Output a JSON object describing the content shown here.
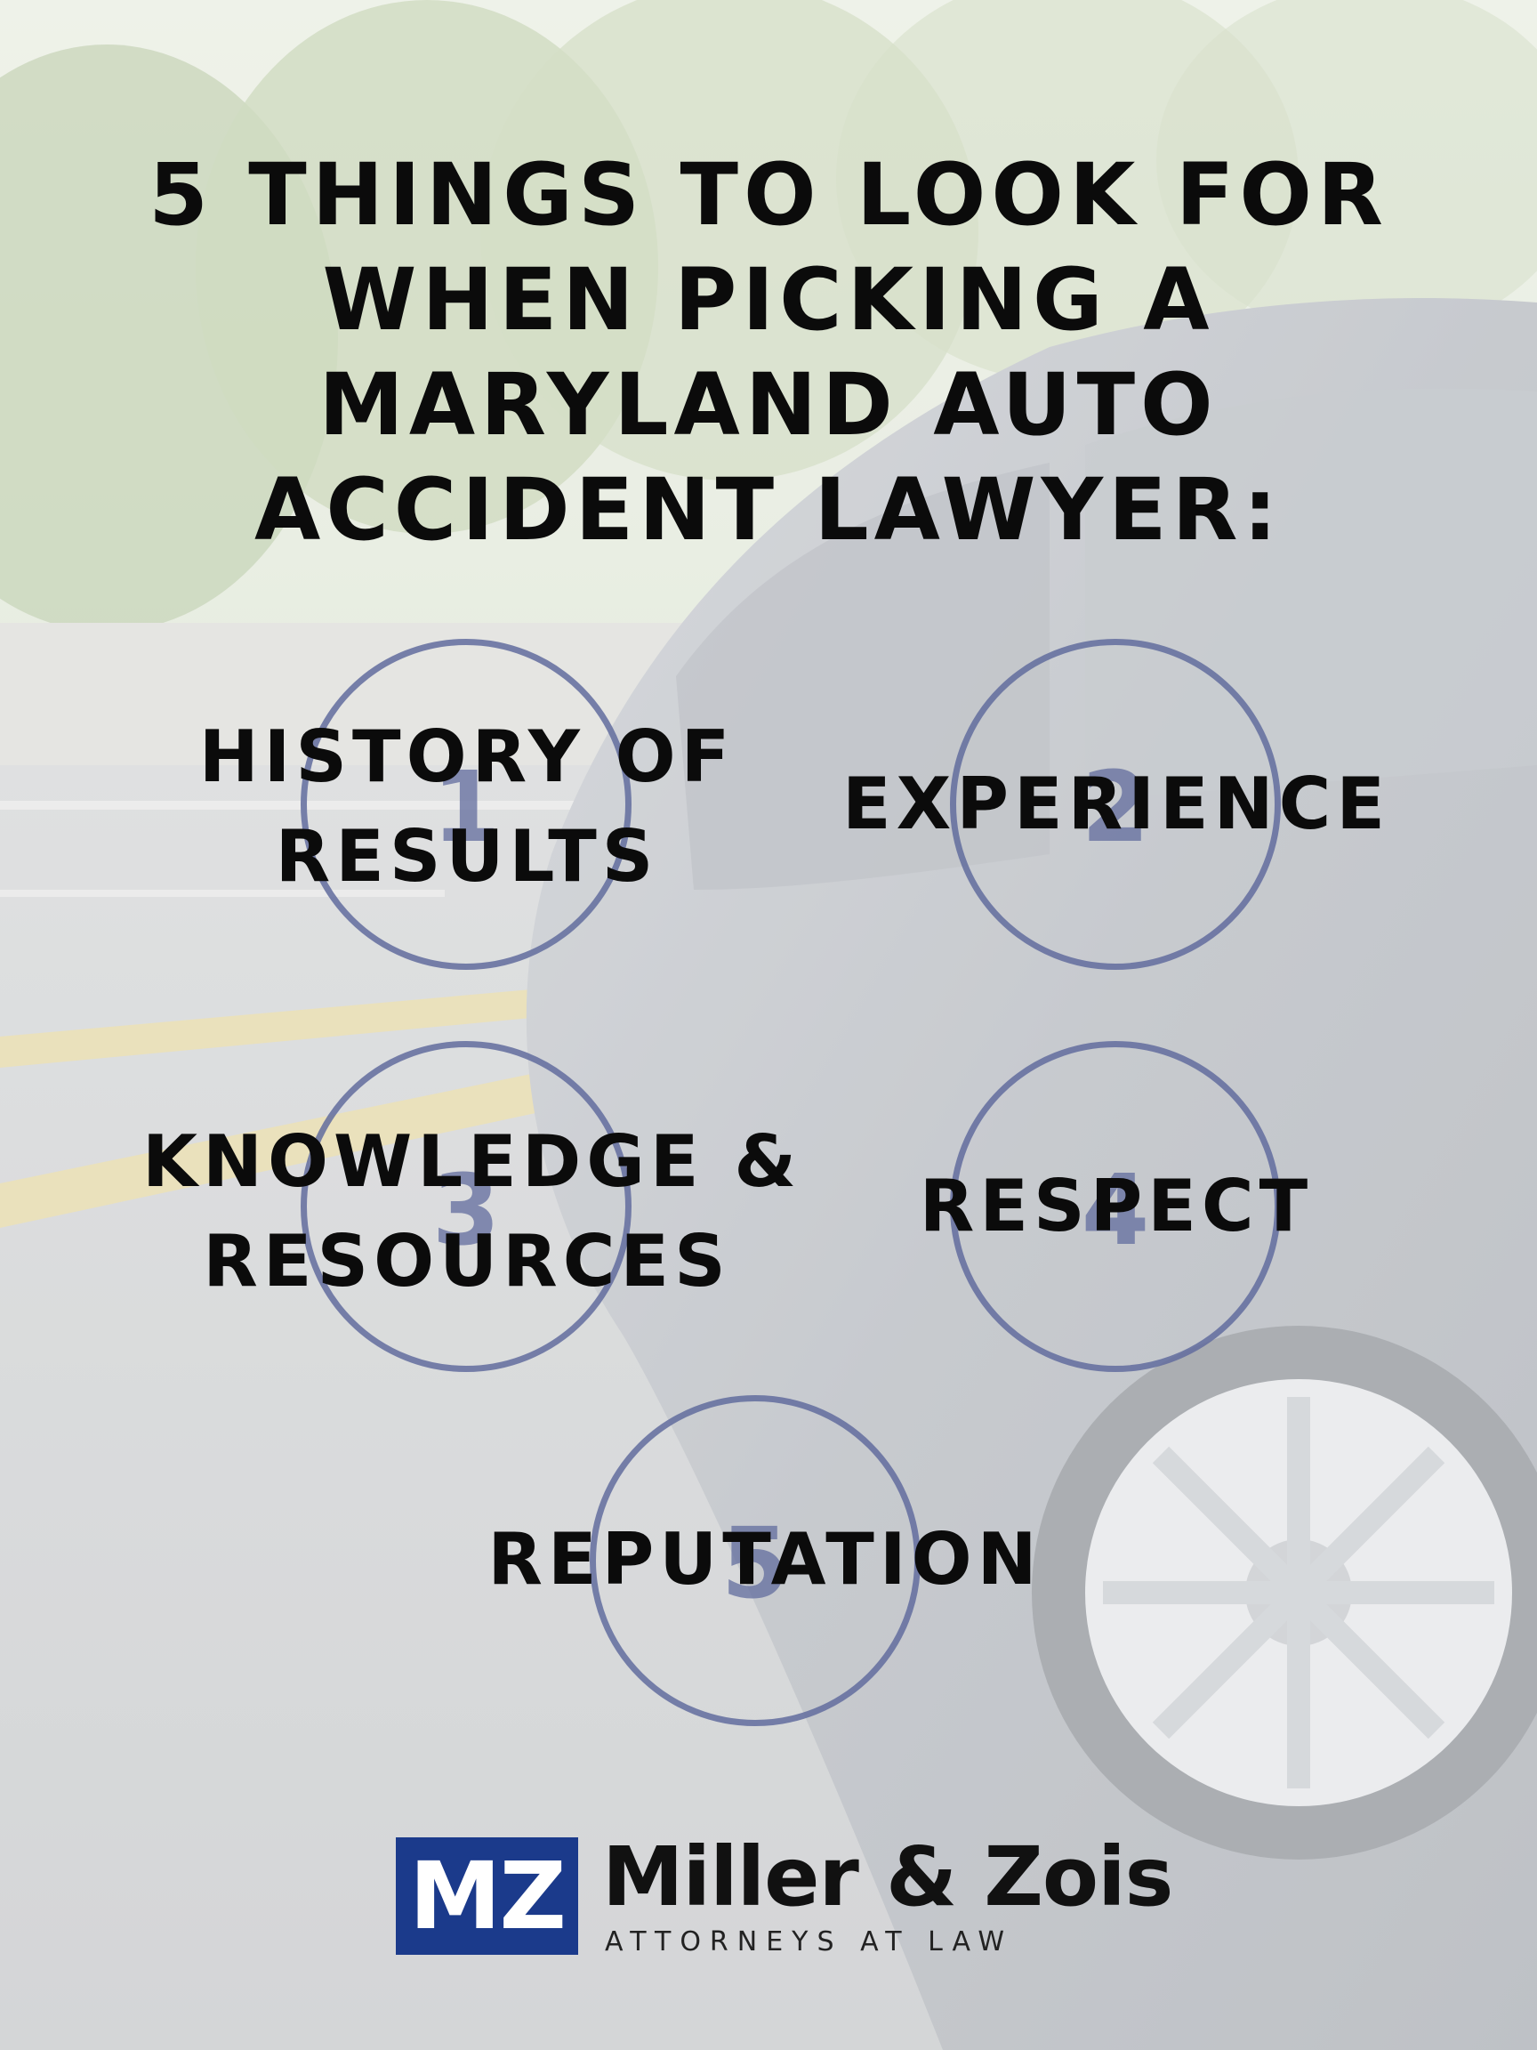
{
  "title": {
    "lines": [
      "5 THINGS TO LOOK FOR",
      "WHEN PICKING A",
      "MARYLAND AUTO",
      "ACCIDENT LAWYER:"
    ]
  },
  "items": [
    {
      "number": "1",
      "lines": [
        "HISTORY OF",
        "RESULTS"
      ]
    },
    {
      "number": "2",
      "lines": [
        "EXPERIENCE"
      ]
    },
    {
      "number": "3",
      "lines": [
        "KNOWLEDGE &",
        "RESOURCES"
      ]
    },
    {
      "number": "4",
      "lines": [
        "RESPECT"
      ]
    },
    {
      "number": "5",
      "lines": [
        "REPUTATION"
      ]
    }
  ],
  "logo": {
    "mark": "MZ",
    "name": "Miller & Zois",
    "tagline": "ATTORNEYS AT LAW"
  },
  "colors": {
    "ring": "#626c9e",
    "logo_box": "#1b3a8b",
    "text": "#0b0b0b"
  }
}
